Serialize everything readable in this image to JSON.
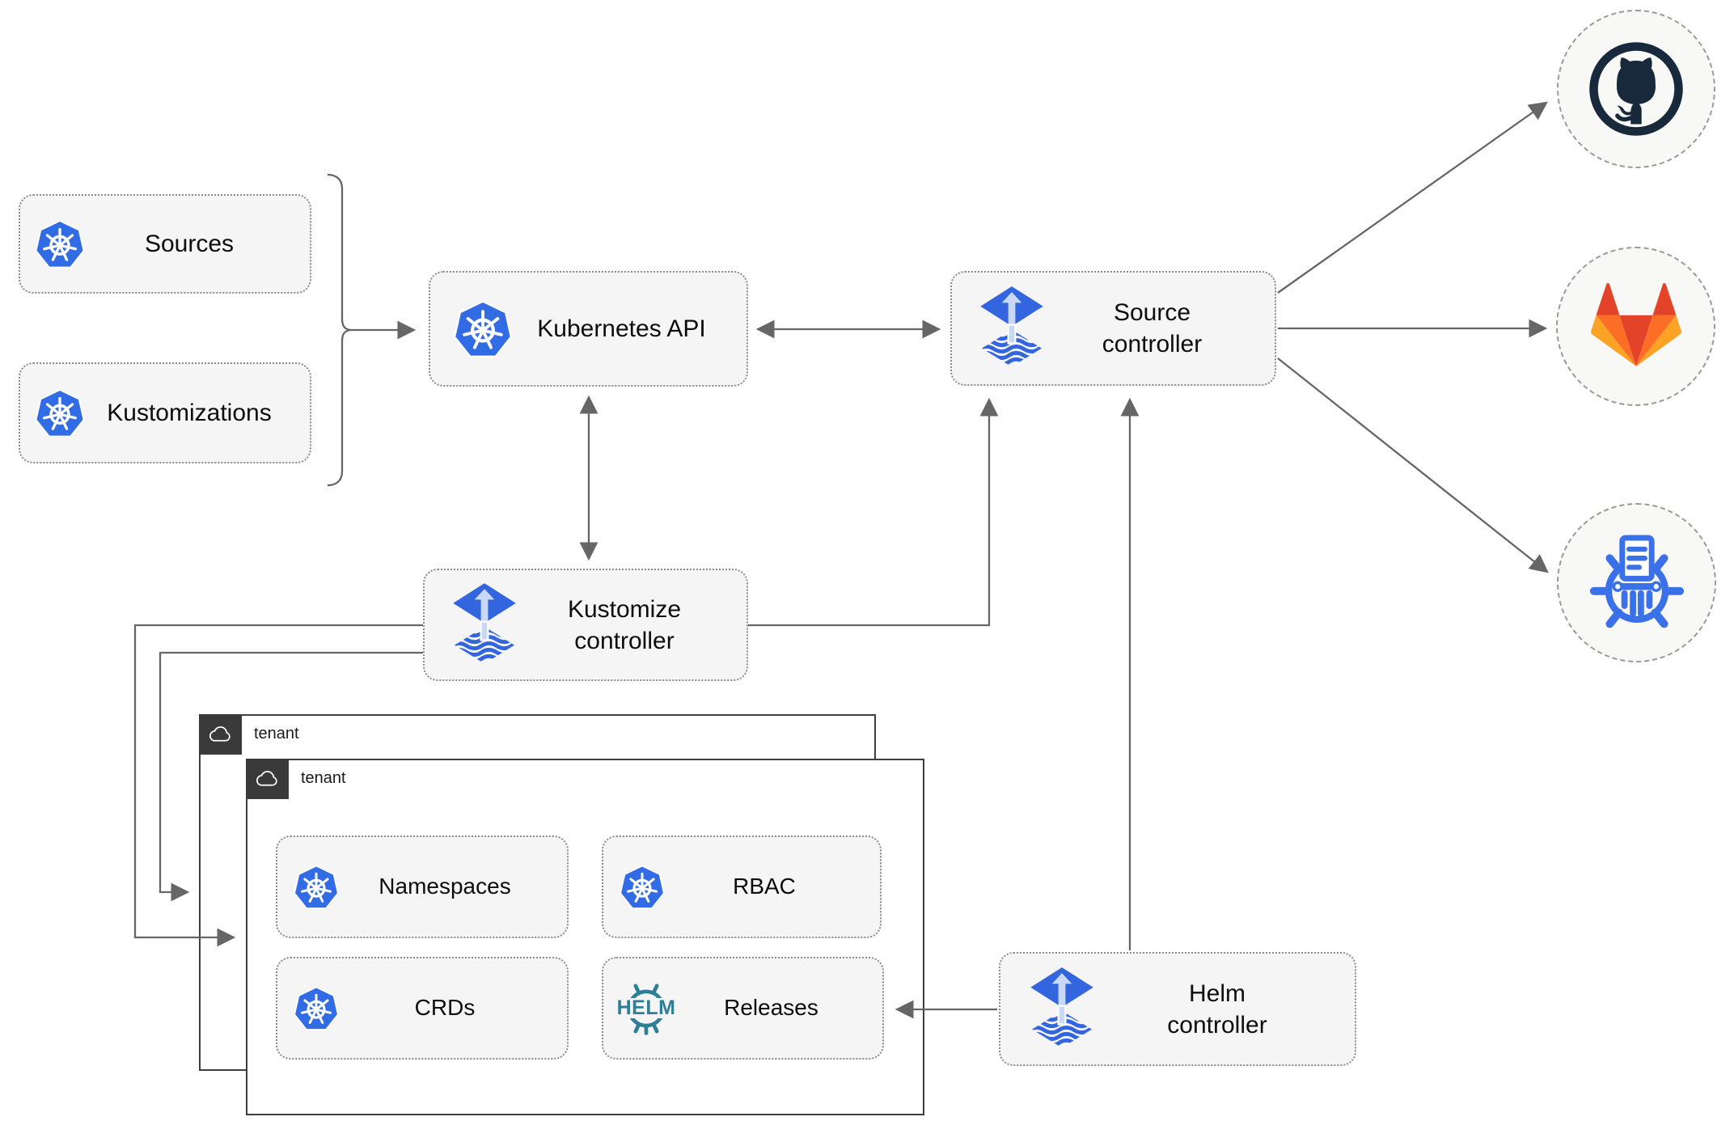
{
  "nodes": {
    "sources": {
      "label": "Sources"
    },
    "kustomizations": {
      "label": "Kustomizations"
    },
    "kubernetes_api": {
      "label": "Kubernetes API"
    },
    "source_controller": {
      "label": "Source\ncontroller"
    },
    "kustomize_controller": {
      "label": "Kustomize\ncontroller"
    },
    "helm_controller": {
      "label": "Helm\ncontroller"
    }
  },
  "tenants": {
    "back": {
      "label": "tenant"
    },
    "front": {
      "label": "tenant"
    }
  },
  "resources": {
    "namespaces": {
      "label": "Namespaces"
    },
    "rbac": {
      "label": "RBAC"
    },
    "crds": {
      "label": "CRDs"
    },
    "releases": {
      "label": "Releases"
    }
  },
  "helm_wordmark": "HELM",
  "external_targets": [
    "github",
    "gitlab",
    "chart-repository"
  ],
  "icons": {
    "kubernetes": "kubernetes-wheel-icon",
    "flux": "flux-diamond-icon",
    "helm": "helm-wheel-icon",
    "cloud": "cloud-icon",
    "github": "github-octocat-icon",
    "gitlab": "gitlab-tanuki-icon",
    "chart_repository": "chart-repository-icon"
  },
  "colors": {
    "kubernetes_blue": "#326CE5",
    "flux_blue": "#3365DE",
    "flux_arrow_light": "#C9D8F5",
    "helm_teal": "#2E7E95",
    "github_dark": "#17293A",
    "gitlab_red": "#E24329",
    "gitlab_orange": "#FC6D26",
    "gitlab_light_orange": "#FCA326",
    "connector_gray": "#666666",
    "tenant_dark": "#3A3A3A",
    "node_fill": "#F5F5F5"
  }
}
